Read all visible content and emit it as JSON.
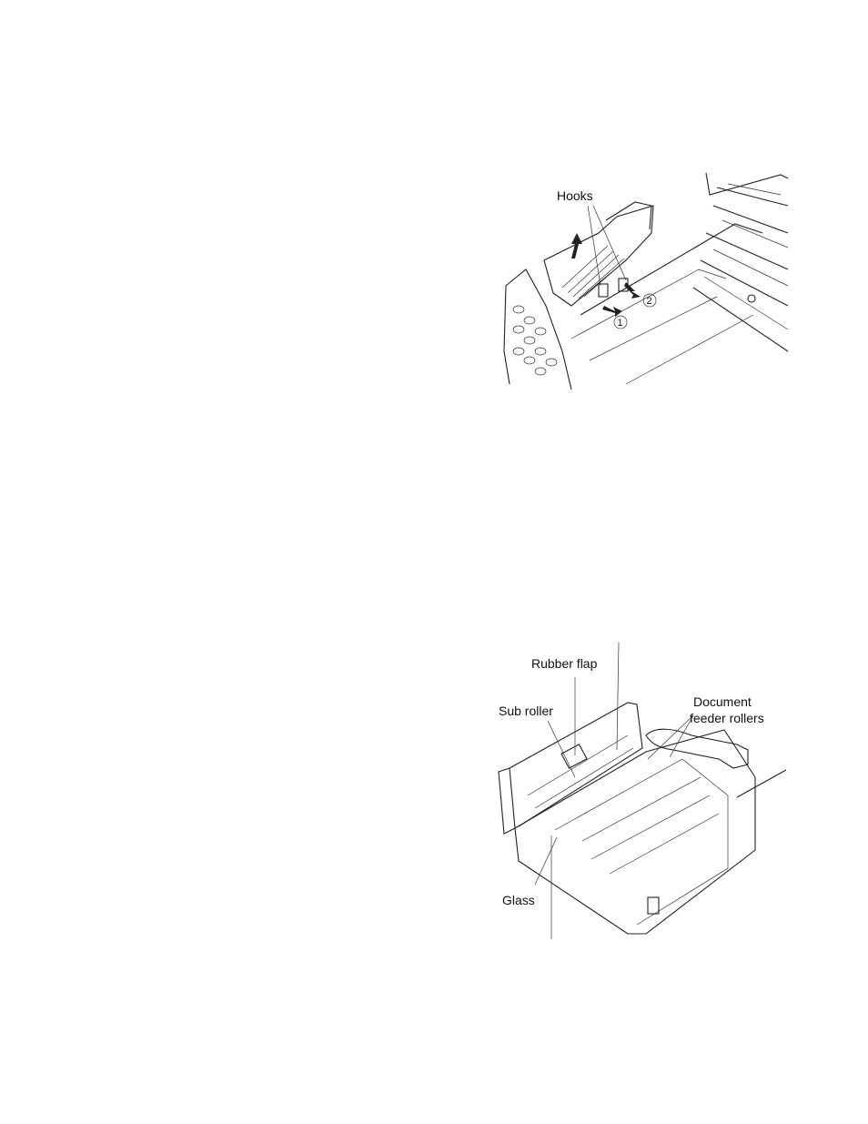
{
  "figure1": {
    "labels": {
      "hooks": "Hooks",
      "step1": "1",
      "step2": "2"
    }
  },
  "figure2": {
    "labels": {
      "rubber_flap": "Rubber flap",
      "sub_roller": "Sub roller",
      "document_feeder_rollers_line1": "Document",
      "document_feeder_rollers_line2": "feeder rollers",
      "glass": "Glass"
    }
  }
}
